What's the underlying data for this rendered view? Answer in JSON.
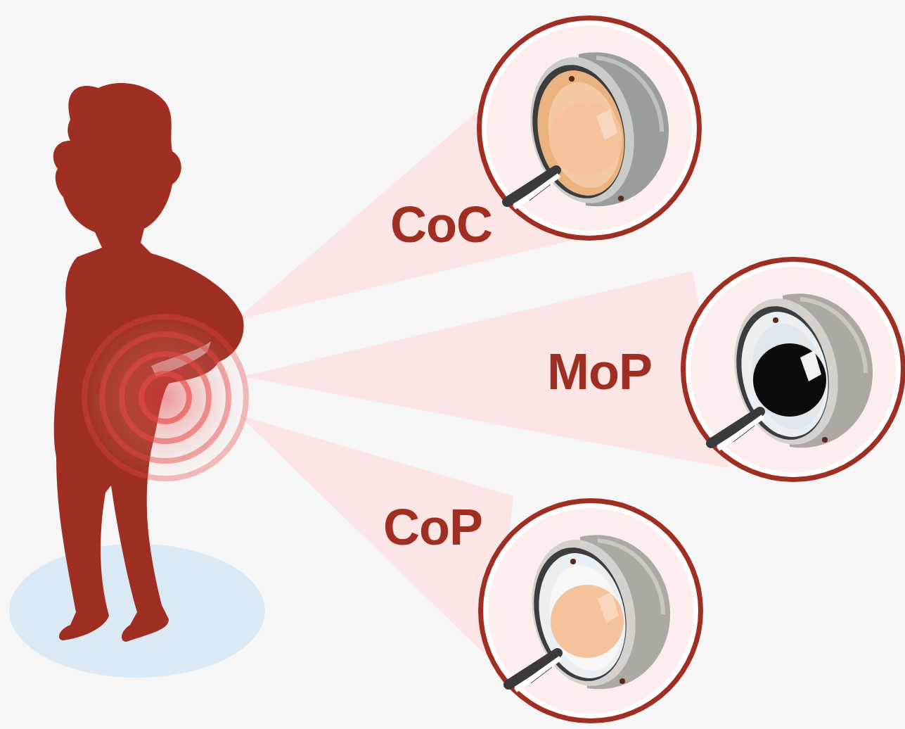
{
  "diagram": {
    "nodes": [
      {
        "text": [
          "CoC"
        ]
      },
      {
        "text": [
          "MoP"
        ]
      },
      {
        "text": [
          "CoP"
        ]
      }
    ]
  }
}
